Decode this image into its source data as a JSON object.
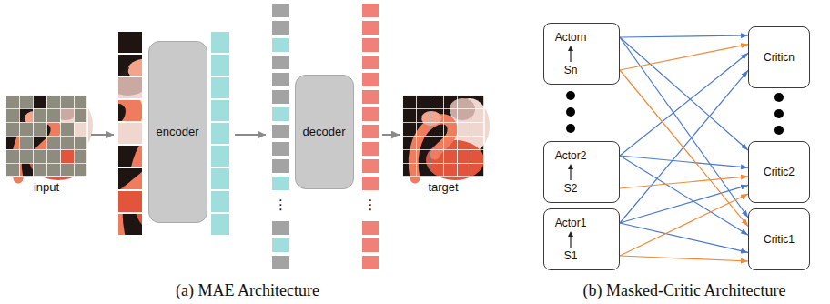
{
  "diagram": {
    "nodes": [
      {
        "text": [
          "encoder"
        ]
      },
      {
        "text": [
          "decoder"
        ]
      },
      {
        "text": [
          "Actorn",
          "Sn"
        ]
      },
      {
        "text": [
          "Actor2",
          "S2"
        ]
      },
      {
        "text": [
          "Actor1",
          "S1"
        ]
      },
      {
        "text": [
          "Criticn"
        ]
      },
      {
        "text": [
          "Critic2"
        ]
      },
      {
        "text": [
          "Critic1"
        ]
      }
    ],
    "edges": [
      {
        "from": 2,
        "to": 5,
        "arrow": "to"
      },
      {
        "from": 2,
        "to": 6,
        "arrow": "to"
      },
      {
        "from": 2,
        "to": 7,
        "arrow": "to"
      },
      {
        "from": 3,
        "to": 5,
        "arrow": "to"
      },
      {
        "from": 3,
        "to": 6,
        "arrow": "to"
      },
      {
        "from": 3,
        "to": 7,
        "arrow": "to"
      },
      {
        "from": 4,
        "to": 5,
        "arrow": "to"
      },
      {
        "from": 4,
        "to": 6,
        "arrow": "to"
      },
      {
        "from": 4,
        "to": 7,
        "arrow": "to"
      },
      {
        "from": 2,
        "to": 5,
        "arrow": "to"
      },
      {
        "from": 2,
        "to": 7,
        "arrow": "to"
      },
      {
        "from": 3,
        "to": 6,
        "arrow": "to"
      },
      {
        "from": 4,
        "to": 7,
        "arrow": "to"
      },
      {
        "from": 4,
        "to": 6,
        "arrow": "to"
      }
    ],
    "labels": [
      "input",
      "target",
      "⋮",
      "⋮",
      "(a) MAE Architecture",
      "(b) Masked-Critic Architecture"
    ]
  }
}
